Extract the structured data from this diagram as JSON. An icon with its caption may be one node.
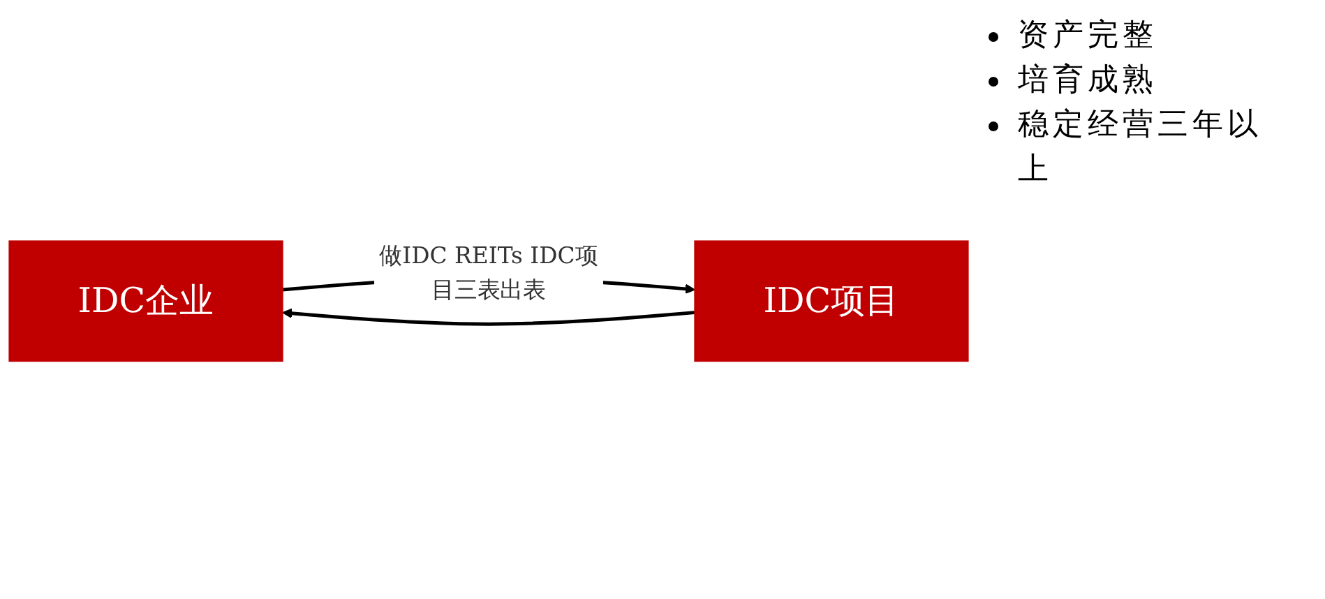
{
  "diagram": {
    "nodes": [
      {
        "text": [
          "IDC企业"
        ]
      },
      {
        "text": [
          "IDC项目"
        ],
        "beside": [
          "资产完整",
          "培育成熟",
          "稳定经营三年以上"
        ]
      }
    ],
    "edges": [
      {
        "from": 0,
        "to": 1,
        "arrow": "to",
        "label": "做IDC REITs IDC项目三表出表"
      },
      {
        "from": 1,
        "to": 0,
        "arrow": "to"
      }
    ]
  }
}
